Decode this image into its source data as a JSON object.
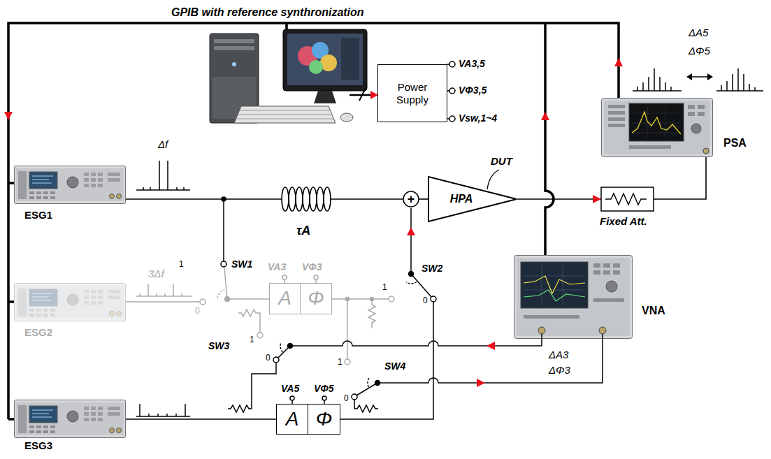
{
  "diagram": {
    "nodes": [
      {
        "text": [
          "ESG1"
        ]
      },
      {
        "text": [
          "ESG2"
        ]
      },
      {
        "text": [
          "ESG3"
        ]
      },
      {
        "text": [
          "Power Supply"
        ]
      },
      {
        "text": [
          "PSA"
        ]
      },
      {
        "text": [
          "VNA"
        ]
      },
      {
        "text": [
          "τA"
        ]
      },
      {
        "text": [
          "+"
        ]
      },
      {
        "text": [
          "HPA",
          "DUT"
        ]
      },
      {
        "text": [
          "Fixed Att."
        ]
      },
      {
        "text": [
          "A"
        ]
      },
      {
        "text": [
          "Φ"
        ]
      },
      {
        "text": [
          "A"
        ]
      },
      {
        "text": [
          "Φ"
        ]
      }
    ],
    "edges": [
      {
        "from": 0,
        "to": 6,
        "arrow": "none"
      },
      {
        "from": 6,
        "to": 7,
        "arrow": "none"
      },
      {
        "from": 7,
        "to": 8,
        "arrow": "none"
      },
      {
        "from": 8,
        "to": 9,
        "arrow": "to"
      },
      {
        "from": 9,
        "to": 4,
        "arrow": "none"
      },
      {
        "from": 2,
        "to": 12,
        "arrow": "none"
      }
    ],
    "labels": [
      "GPIB with reference synthronization",
      "ΔA5",
      "ΔΦ5",
      "VA3,5",
      "VΦ3,5",
      "Vsw,1~4",
      "Δf",
      "3Δf",
      "1",
      "SW1",
      "VA3",
      "VΦ3",
      "1",
      "SW2",
      "0",
      "0",
      "1",
      "SW3",
      "0",
      "1",
      "SW4",
      "0",
      "ΔA3",
      "ΔΦ3",
      "VA5",
      "VΦ5"
    ]
  }
}
